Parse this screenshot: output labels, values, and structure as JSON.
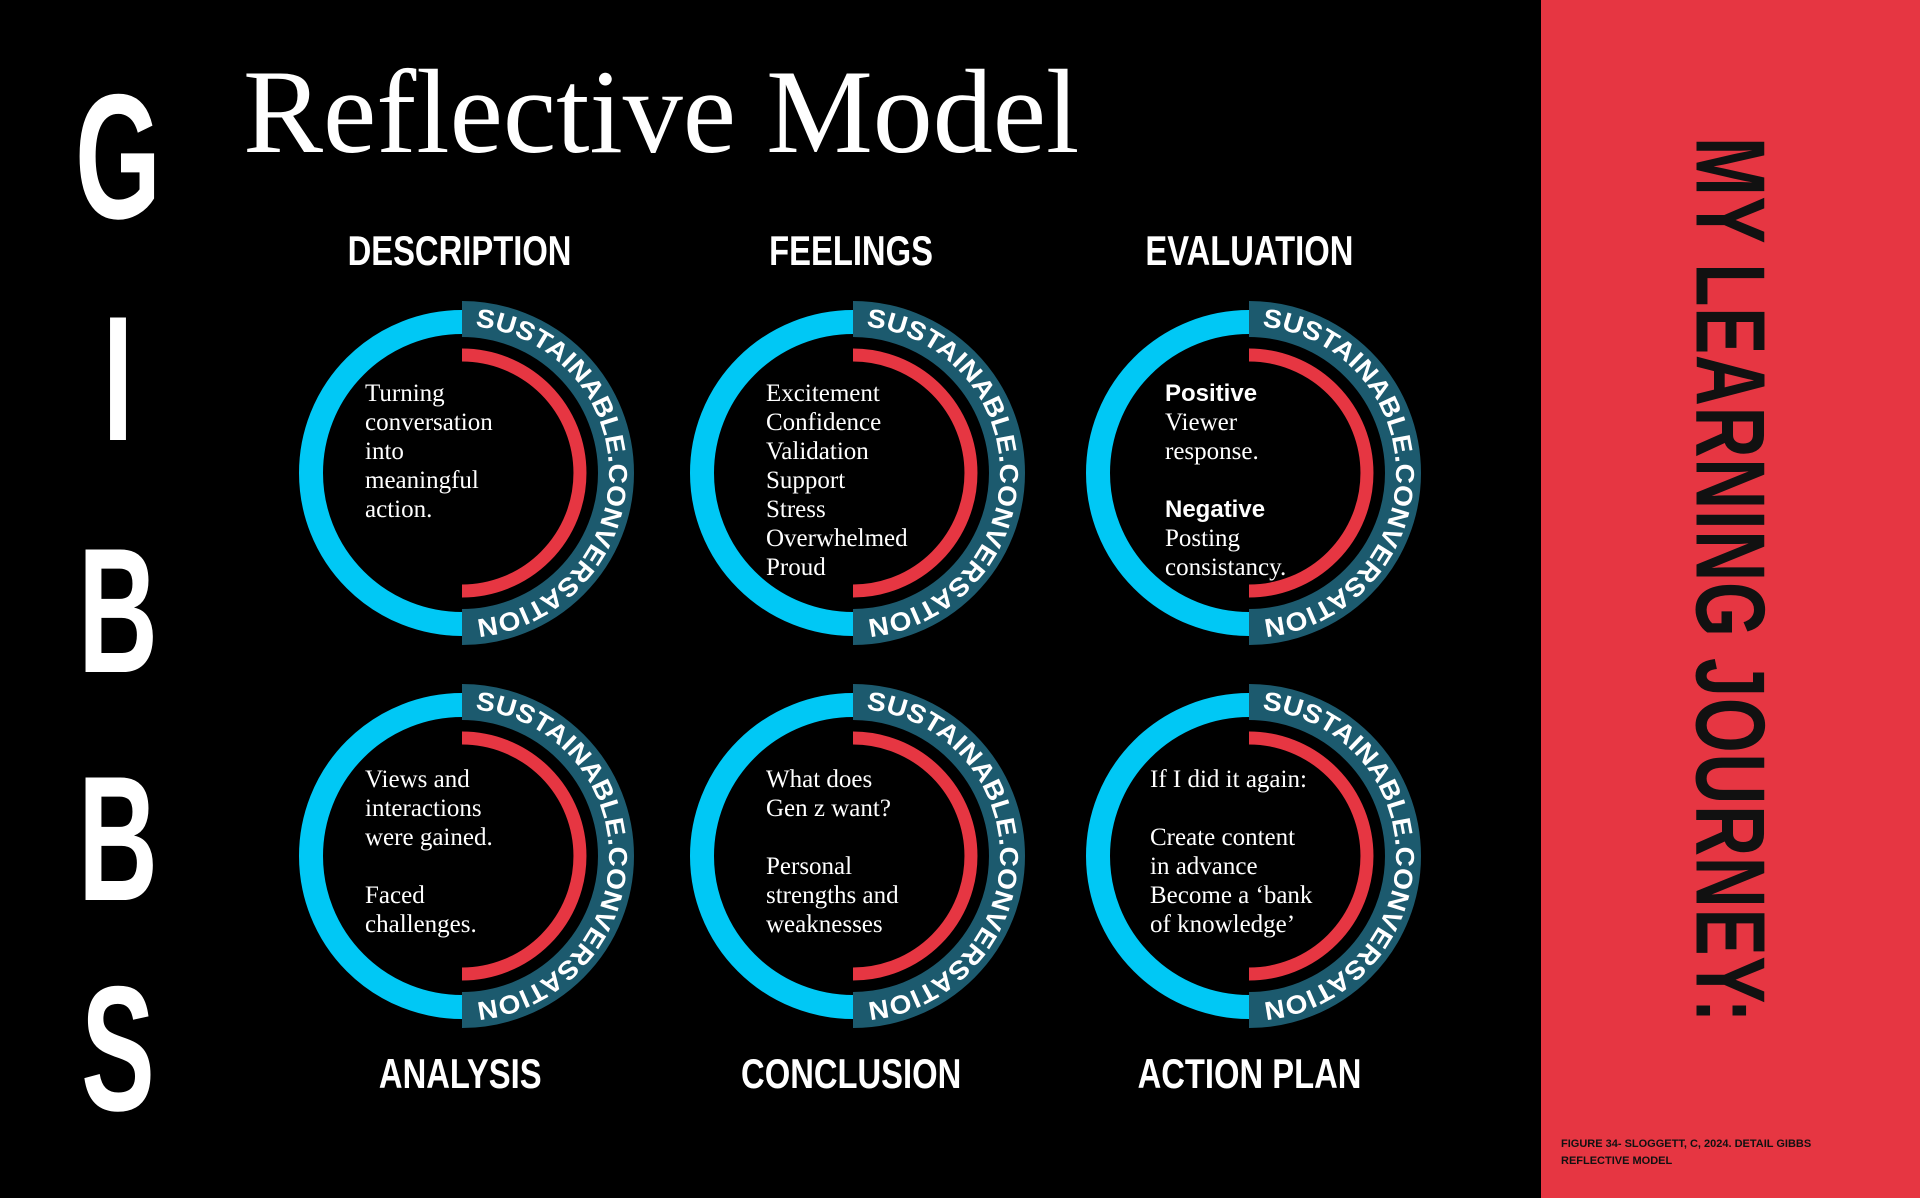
{
  "left_title": [
    "G",
    "I",
    "B",
    "B",
    "S"
  ],
  "main_title": "Reflective Model",
  "side_title": "MY LEARNING JOURNEY:",
  "caption": "FIGURE 34- SLOGGETT, C, 2024. DETAIL GIBBS REFLECTIVE MODEL",
  "ring_label": "SUSTAINABLE.CONVERSATION",
  "colors": {
    "background": "#000000",
    "panel_red": "#e63642",
    "outer_ring_blue": "#00c8f5",
    "inner_ring_red": "#e63642",
    "band_teal": "#1c5a6e",
    "text": "#ffffff"
  },
  "stages": [
    {
      "label": "DESCRIPTION",
      "lines": [
        {
          "text": "Turning",
          "bold": false
        },
        {
          "text": "conversation",
          "bold": false
        },
        {
          "text": "into",
          "bold": false
        },
        {
          "text": "meaningful",
          "bold": false
        },
        {
          "text": "action.",
          "bold": false
        }
      ]
    },
    {
      "label": "FEELINGS",
      "lines": [
        {
          "text": "Excitement",
          "bold": false
        },
        {
          "text": "Confidence",
          "bold": false
        },
        {
          "text": "Validation",
          "bold": false
        },
        {
          "text": "Support",
          "bold": false
        },
        {
          "text": "Stress",
          "bold": false
        },
        {
          "text": "Overwhelmed",
          "bold": false
        },
        {
          "text": "Proud",
          "bold": false
        }
      ]
    },
    {
      "label": "EVALUATION",
      "lines": [
        {
          "text": "Positive",
          "bold": true
        },
        {
          "text": "Viewer",
          "bold": false
        },
        {
          "text": "response.",
          "bold": false
        },
        {
          "text": "",
          "bold": false
        },
        {
          "text": "Negative",
          "bold": true
        },
        {
          "text": "Posting",
          "bold": false
        },
        {
          "text": "consistancy.",
          "bold": false
        }
      ]
    },
    {
      "label": "ANALYSIS",
      "lines": [
        {
          "text": "Views and",
          "bold": false
        },
        {
          "text": "interactions",
          "bold": false
        },
        {
          "text": "were gained.",
          "bold": false
        },
        {
          "text": "",
          "bold": false
        },
        {
          "text": "Faced",
          "bold": false
        },
        {
          "text": "challenges.",
          "bold": false
        }
      ]
    },
    {
      "label": "CONCLUSION",
      "lines": [
        {
          "text": "What does",
          "bold": false
        },
        {
          "text": "Gen z want?",
          "bold": false
        },
        {
          "text": "",
          "bold": false
        },
        {
          "text": "Personal",
          "bold": false
        },
        {
          "text": "strengths and",
          "bold": false
        },
        {
          "text": "weaknesses",
          "bold": false
        }
      ]
    },
    {
      "label": "ACTION PLAN",
      "lines": [
        {
          "text": "If I did it again:",
          "bold": false
        },
        {
          "text": "",
          "bold": false
        },
        {
          "text": "Create content",
          "bold": false
        },
        {
          "text": "in advance",
          "bold": false
        },
        {
          "text": "Become a ‘bank",
          "bold": false
        },
        {
          "text": "of knowledge’",
          "bold": false
        }
      ]
    }
  ]
}
